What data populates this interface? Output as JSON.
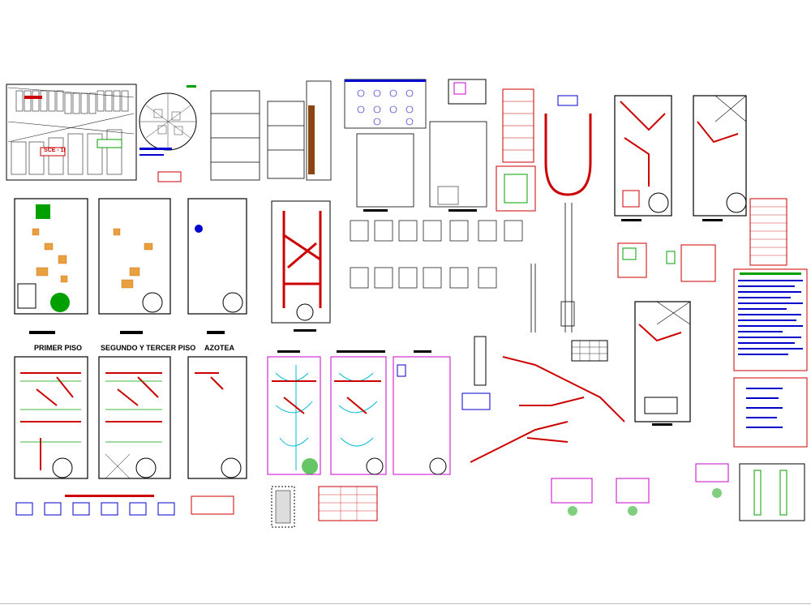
{
  "labels": {
    "primer_piso": "PRIMER PISO",
    "segundo_tercer_piso": "SEGUNDO Y TERCER PISO",
    "azotea": "AZOTEA",
    "sector": "SCE - 1I"
  },
  "colors": {
    "wall": "#cc0000",
    "blue": "#0000cc",
    "cyan": "#00bcd4",
    "magenta": "#cc00cc",
    "green": "#00a000",
    "frame": "#cc0000"
  }
}
